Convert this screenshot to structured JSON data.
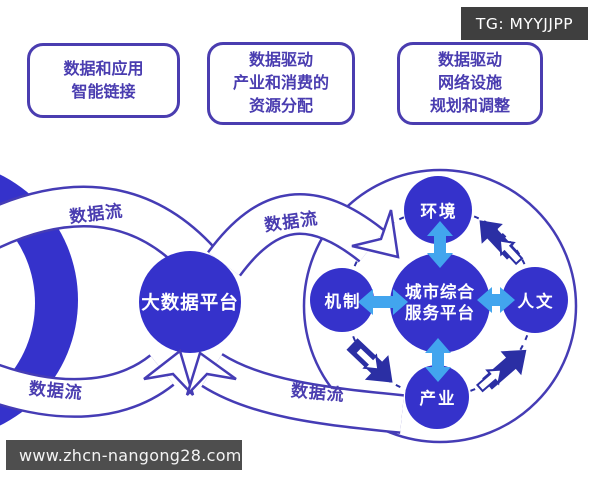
{
  "badge": {
    "text": "TG: MYYJJPP"
  },
  "top_boxes": [
    {
      "text": "数据和应用\n智能链接"
    },
    {
      "text": "数据驱动\n产业和消费的\n资源分配"
    },
    {
      "text": "数据驱动\n网络设施\n规划和调整"
    }
  ],
  "diagram": {
    "big_data_platform": "大数据平台",
    "city_platform": "城市综合\n服务平台",
    "satellite_top": "环境",
    "satellite_left": "机制",
    "satellite_right": "人文",
    "satellite_bottom": "产业",
    "flow_labels": [
      "数据流",
      "数据流",
      "数据流",
      "数据流"
    ]
  },
  "footer": {
    "watermark": "www.zhcn-nangong28.com"
  },
  "colors": {
    "circle_blue": "#3532cb",
    "outline_indigo": "#453cb5",
    "text_purple": "#4a3db0",
    "navy_arrow": "#2b2fa4",
    "light_blue": "#42a5ee",
    "badge_bg": "#3f3f3f",
    "watermark_bg": "#4e4e4e"
  }
}
